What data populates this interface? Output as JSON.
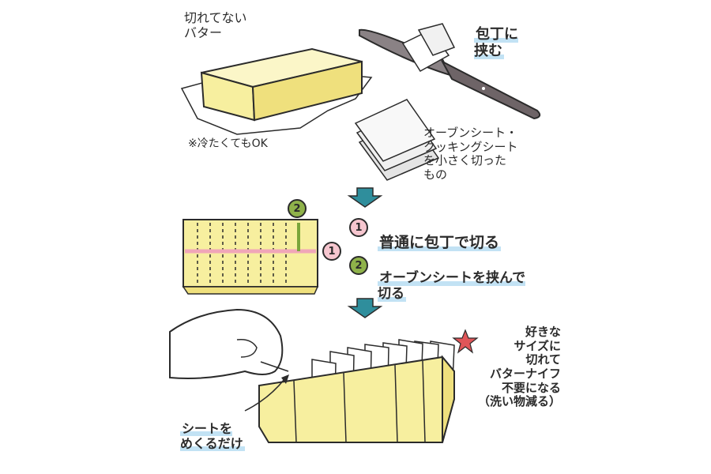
{
  "labels": {
    "uncut_butter": "切れてない\nバター",
    "cold_ok": "※冷たくてもOK",
    "sandwich_knife": "包丁に\n挟む",
    "parchment_desc": "オーブンシート・\nクッキングシート\nを小さく切った\nもの",
    "step1": "普通に包丁で切る",
    "step2": "オーブンシートを挟んで\n切る",
    "flip_sheet": "シートを\nめくるだけ",
    "star_note": "好きな\nサイズに\n切れて\nバターナイフ\n不要になる\n（洗い物減る）"
  },
  "badges": {
    "one": "1",
    "two": "2"
  },
  "colors": {
    "butter": "#f7ef9f",
    "butter_side": "#efe07d",
    "outline": "#2b2b2b",
    "knife": "#6e6467",
    "pink_line": "#f0a6b8",
    "green_line": "#7aa63a",
    "teal_arrow": "#2f8e9c",
    "star": "#e05558"
  }
}
